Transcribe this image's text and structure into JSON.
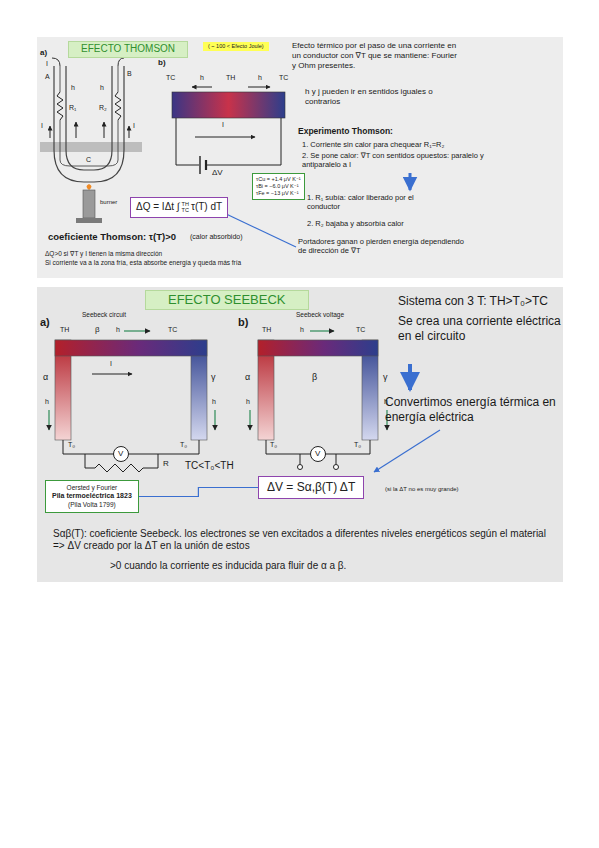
{
  "diagram": {
    "nodes": [
      {
        "text": [
          "EFECTO THOMSON"
        ]
      },
      {
        "text": [
          "( ~ 100 < Efecto Joule)"
        ]
      },
      {
        "text": [
          "ΔQ = IΔt ∫",
          "TH",
          "TC",
          "τ(T) dT"
        ]
      },
      {
        "text": [
          "τCu = +1.4 μV K⁻¹",
          "τBi = −6.0 μV K⁻¹",
          "τFe = −13 μV K⁻¹"
        ]
      },
      {
        "text": [
          "EFECTO SEEBECK"
        ]
      },
      {
        "text": [
          "ΔV = Sα,β(T) ΔT"
        ]
      },
      {
        "text": [
          "Oersted y Fourier",
          "Pila termoeléctrica 1823",
          "(Pila Volta 1799)"
        ]
      }
    ],
    "edges": [
      {
        "from": 6,
        "to": 5,
        "arrow": "none"
      }
    ],
    "labels": [
      "Efecto térmico por el paso de una corriente en un conductor con ∇T que se mantiene: Fourier y Ohm presentes.",
      "h y j pueden ir en sentidos iguales o contrarios",
      "Experimento Thomson:",
      "1. Corriente sin calor para chequear R₁=R₂",
      "2. Se pone calor: ∇T con sentidos opuestos: paralelo y antiparalelo a I",
      "1. R₁ subía: calor liberado por el conductor",
      "2. R₂ bajaba y absorbía calor",
      "Portadores ganan o pierden energía dependiendo de dirección de ∇T",
      "a)",
      "I",
      "A",
      "h",
      "R₁",
      "h",
      "R₂",
      "I",
      "I",
      "B",
      "C",
      "burner",
      "b)",
      "TC",
      "h",
      "TH",
      "h",
      "TC",
      "I",
      "ΔV",
      "coeficiente Thomson: τ(T)>0",
      "(calor absorbido)",
      "ΔQ>0 si ∇T y I tienen la misma dirección",
      "Si corriente va a la zona fría, esta absorbe energía y queda más fría",
      "Sistema con 3 T: TH>T₀>TC",
      "Se crea una corriente eléctrica en el circuito",
      "Convertimos energía térmica en energía eléctrica",
      "(si la ΔT no es muy grande)",
      "Seebeck circuit",
      "a)",
      "TH",
      "β",
      "h",
      "TC",
      "α",
      "h",
      "I",
      "γ",
      "h",
      "T₀",
      "V",
      "T₀",
      "R",
      "Seebeck voltage",
      "b)",
      "TH",
      "h",
      "TC",
      "α",
      "β",
      "γ",
      "h",
      "h",
      "T₀",
      "V",
      "T₀",
      "TC<T₀<TH",
      "Sαβ(T): coeficiente Seebeck. los electrones se ven excitados a diferentes niveles energéticos según el material => ΔV creado por la ΔT en la unión de estos",
      ">0 cuando la corriente es inducida para fluir de α a β."
    ]
  }
}
